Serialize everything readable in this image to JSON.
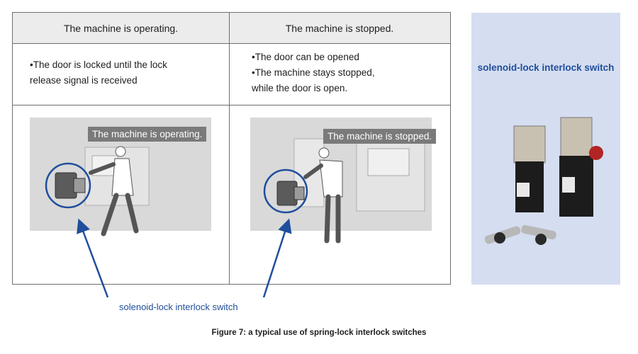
{
  "table": {
    "columns": [
      {
        "header": "The machine is operating.",
        "description": [
          "•The door is locked until the lock",
          "release signal is received"
        ],
        "scene_label": "The machine is operating."
      },
      {
        "header": "The machine is stopped.",
        "description": [
          "•The door can be opened",
          "•The machine stays stopped,",
          "while the door is open."
        ],
        "scene_label": "The machine is stopped."
      }
    ]
  },
  "callout_label": "solenoid-lock interlock switch",
  "product_panel": {
    "title": "solenoid-lock interlock switch",
    "background_color": "#d5ddf1"
  },
  "figure_caption": "Figure 7: a typical use of spring-lock interlock switches",
  "colors": {
    "accent_blue": "#1f4e9c",
    "header_gray": "#ececec",
    "tag_gray": "#7a7a7a",
    "scene_gray": "#d9d9d9"
  }
}
